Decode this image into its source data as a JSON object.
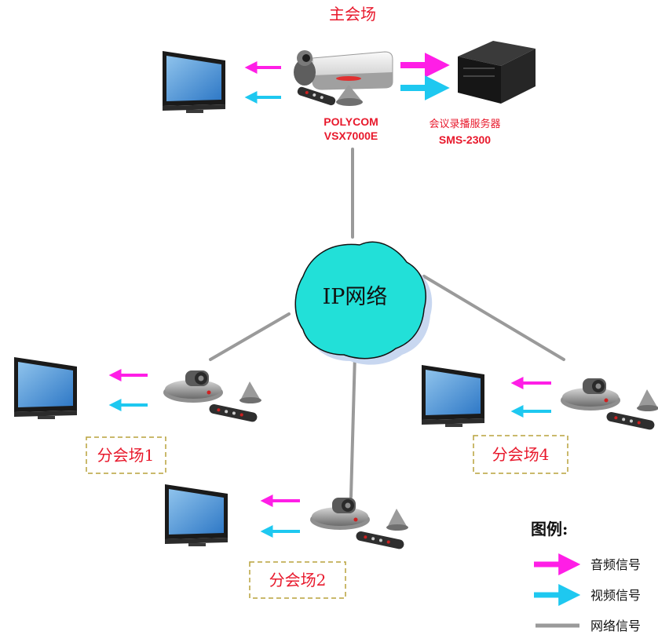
{
  "main_site": {
    "title": "主会场",
    "terminal": {
      "line1": "POLYCOM",
      "line2": "VSX7000E"
    },
    "recorder": {
      "line1": "会议录播服务器",
      "line2": "SMS-2300"
    }
  },
  "network": {
    "label": "IP网络"
  },
  "branches": [
    {
      "label": "分会场1"
    },
    {
      "label": "分会场2"
    },
    {
      "label": "分会场4"
    }
  ],
  "legend": {
    "title": "图例:",
    "items": [
      {
        "label": "音频信号",
        "color": "#ff1ee6"
      },
      {
        "label": "视频信号",
        "color": "#1ec8f0"
      },
      {
        "label": "网络信号",
        "color": "#9a9a9a"
      }
    ]
  },
  "colors": {
    "audio": "#ff1ee6",
    "video": "#1ec8f0",
    "network": "#9a9a9a",
    "cloud": "#22e0d8",
    "label_red": "#e8192c"
  }
}
